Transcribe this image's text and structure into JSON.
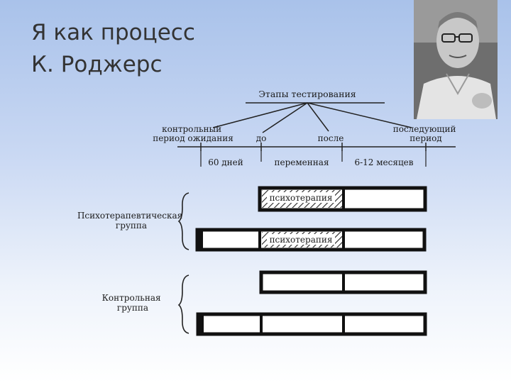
{
  "slide": {
    "title_line1": "Я как процесс",
    "title_line2": "К. Роджерс"
  },
  "photo": {
    "icon": "portrait-photo"
  },
  "diagram": {
    "stages_title": "Этапы тестирования",
    "phases": [
      "контрольный\nпериод ожидания",
      "до",
      "после",
      "последующий\nпериод"
    ],
    "durations": [
      "60 дней",
      "переменная",
      "6-12 месяцев"
    ],
    "groups": [
      {
        "label": "Психотерапевтическая\nгруппа",
        "rows": [
          {
            "therapy_label": "психотерапия"
          },
          {
            "therapy_label": "психотерапия"
          }
        ]
      },
      {
        "label": "Контрольная\nгруппа",
        "rows": [
          {
            "therapy_label": ""
          },
          {
            "therapy_label": ""
          }
        ]
      }
    ]
  }
}
